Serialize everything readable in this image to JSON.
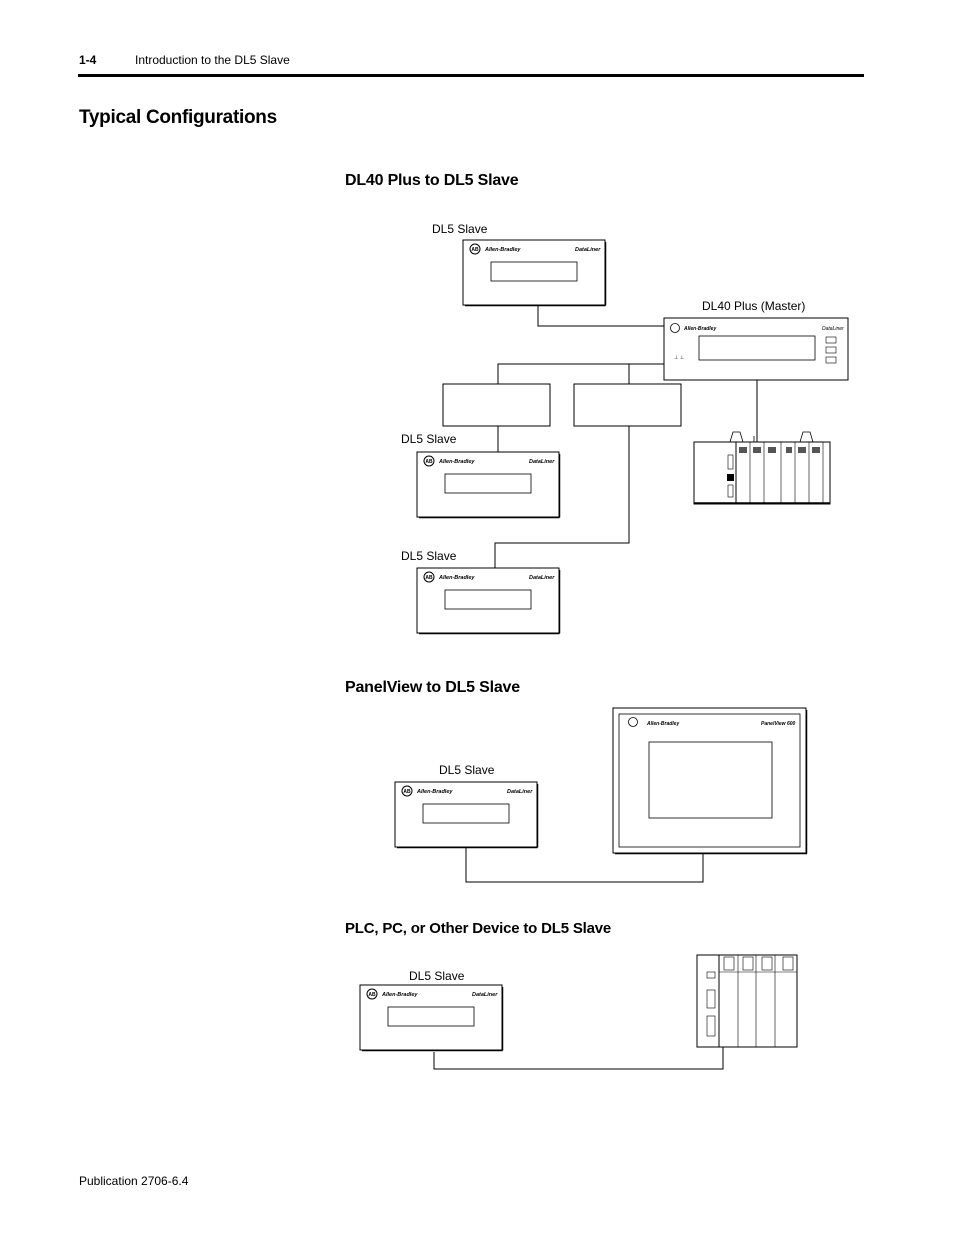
{
  "header": {
    "page_number": "1-4",
    "chapter_title": "Introduction to the DL5 Slave"
  },
  "section_title": "Typical Configurations",
  "configs": [
    {
      "title": "DL40 Plus to DL5 Slave"
    },
    {
      "title": "PanelView to DL5 Slave"
    },
    {
      "title": "PLC, PC, or Other Device to DL5 Slave"
    }
  ],
  "labels": {
    "dl5_slave": "DL5 Slave",
    "dl40_master": "DL40 Plus (Master)"
  },
  "device_text": {
    "brand": "Allen-Bradley",
    "dataliner": "DataLiner",
    "panelview": "PanelView 600"
  },
  "footer": {
    "publication": "Publication 2706-6.4"
  }
}
